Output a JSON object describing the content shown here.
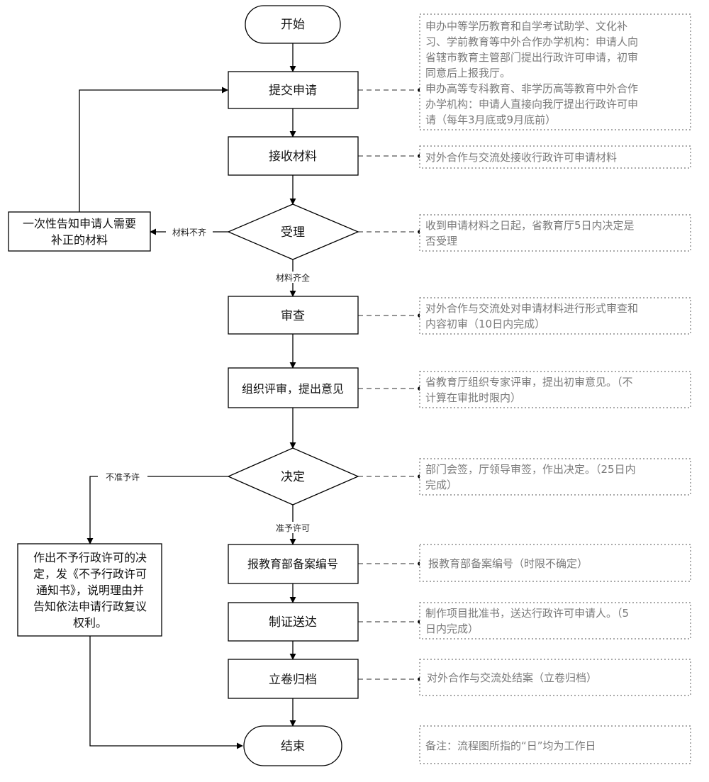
{
  "nodes": {
    "start": "开始",
    "submit": "提交申请",
    "receive": "接收材料",
    "accept": "受理",
    "notify_lines": [
      "一次性告知申请人需要",
      "补正的材料"
    ],
    "review": "审查",
    "expert": "组织评审，提出意见",
    "decide": "决定",
    "deny_lines": [
      "作出不予行政许可的决",
      "定，发《不予行政许可",
      "通知书》，说明理由并",
      "告知依法申请行政复议",
      "权利。"
    ],
    "record": "报教育部备案编号",
    "certificate": "制证送达",
    "archive": "立卷归档",
    "end": "结束"
  },
  "edges": {
    "incomplete": "材料不齐",
    "complete": "材料齐全",
    "not_permit": "不准予许",
    "permit": "准予许可"
  },
  "notes": {
    "submit": [
      "申办中等学历教育和自学考试助学、文化补",
      "习、学前教育等中外合作办学机构：申请人向",
      "省辖市教育主管部门提出行政许可申请，初审",
      "同意后上报我厅。",
      "申办高等专科教育、非学历高等教育中外合作",
      "办学机构：申请人直接向我厅提出行政许可申",
      "请（每年3月底或9月底前）"
    ],
    "receive": [
      "对外合作与交流处接收行政许可申请材料"
    ],
    "accept": [
      "收到申请材料之日起，省教育厅5日内决定是",
      "否受理"
    ],
    "review": [
      "对外合作与交流处对申请材料进行形式审查和",
      "内容初审（10日内完成）"
    ],
    "expert": [
      "省教育厅组织专家评审，提出初审意见。（不",
      "计算在审批时限内）"
    ],
    "decide": [
      "部门会签，厅领导审签，作出决定。（25日内",
      "完成）"
    ],
    "record": [
      "报教育部备案编号（时限不确定）"
    ],
    "certificate": [
      "制作项目批准书，送达行政许可申请人。（5",
      "日内完成）"
    ],
    "archive": [
      "对外合作与交流处结案（立卷归档）"
    ],
    "remark": [
      "备注：流程图所指的“日”均为工作日"
    ]
  }
}
